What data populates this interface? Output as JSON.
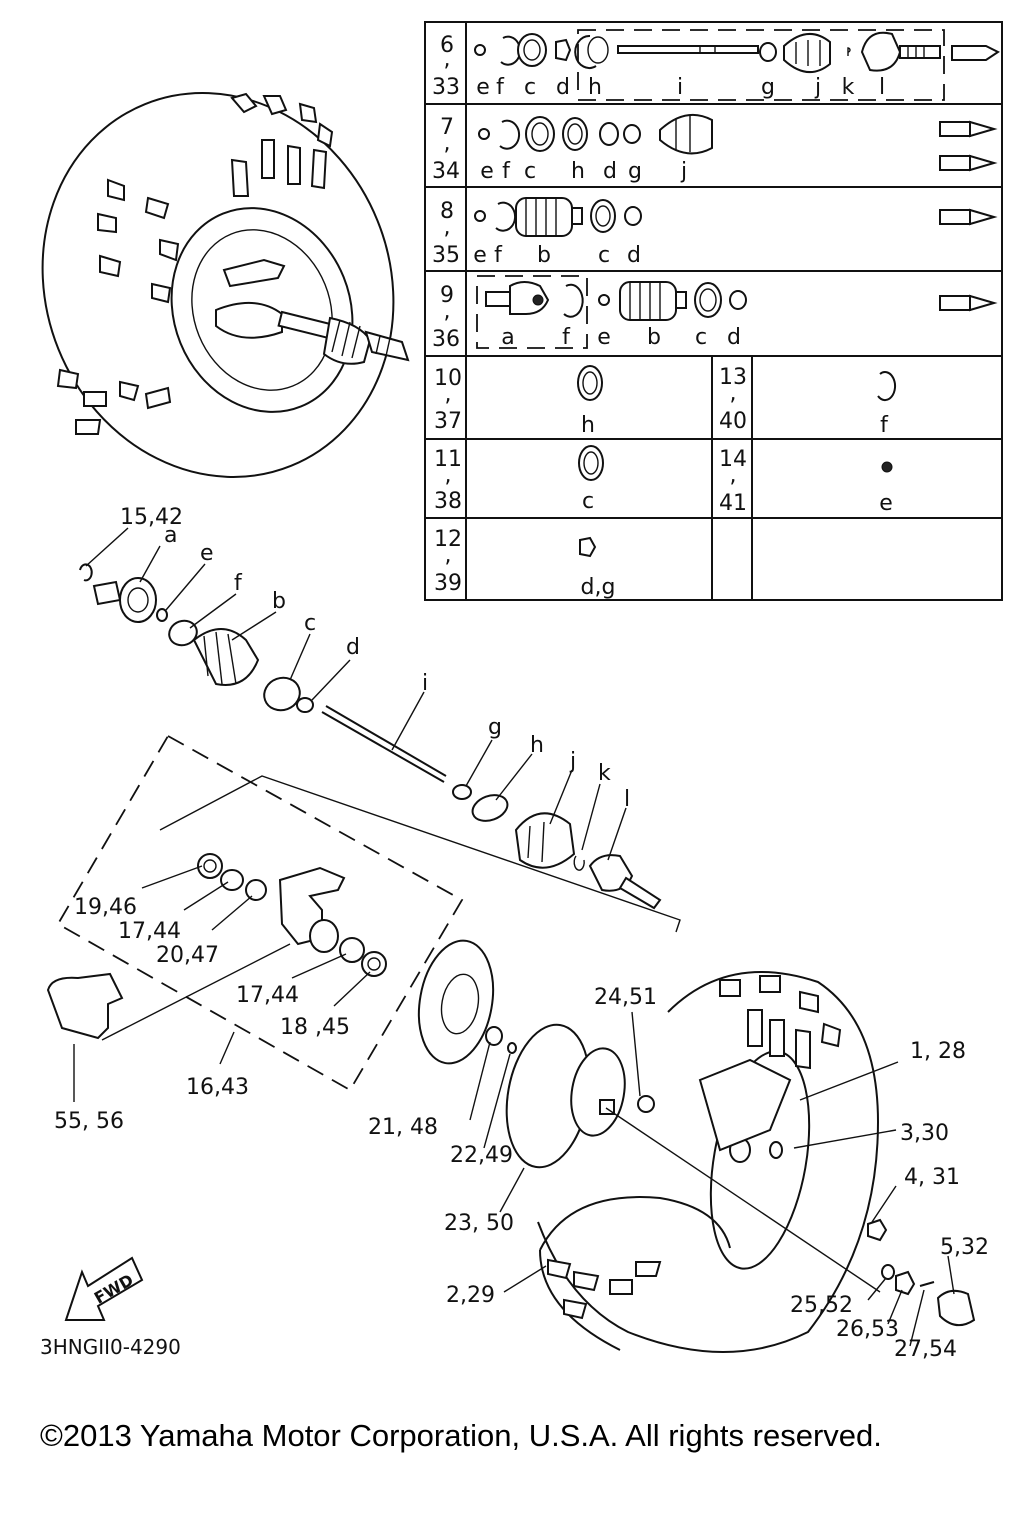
{
  "table": {
    "rows": [
      {
        "refs": [
          "6",
          "33"
        ],
        "letters": [
          "e",
          "f",
          "c",
          "d",
          "h",
          "i",
          "g",
          "j",
          "k",
          "l"
        ]
      },
      {
        "refs": [
          "7",
          "34"
        ],
        "letters": [
          "e",
          "f",
          "c",
          "h",
          "d",
          "g",
          "j"
        ]
      },
      {
        "refs": [
          "8",
          "35"
        ],
        "letters": [
          "e",
          "f",
          "b",
          "c",
          "d"
        ]
      },
      {
        "refs": [
          "9",
          "36"
        ],
        "letters": [
          "a",
          "f",
          "e",
          "b",
          "c",
          "d"
        ]
      }
    ],
    "singles": [
      {
        "refs": [
          "10",
          "37"
        ],
        "letter": "h"
      },
      {
        "refs": [
          "13",
          "40"
        ],
        "letter": "f"
      },
      {
        "refs": [
          "11",
          "38"
        ],
        "letter": "c"
      },
      {
        "refs": [
          "14",
          "41"
        ],
        "letter": "e"
      },
      {
        "refs": [
          "12",
          "39"
        ],
        "letter": "d,g"
      }
    ]
  },
  "callouts": {
    "c15_42": "15,42",
    "shaft": [
      "a",
      "e",
      "f",
      "b",
      "c",
      "d",
      "i",
      "g",
      "h",
      "j",
      "k",
      "l"
    ],
    "c19_46": "19,46",
    "c17_44a": "17,44",
    "c20_47": "20,47",
    "c17_44b": "17,44",
    "c18_45": "18 ,45",
    "c16_43": "16,43",
    "c55_56": "55, 56",
    "c24_51": "24,51",
    "c1_28": "1, 28",
    "c3_30": "3,30",
    "c21_48": "21, 48",
    "c22_49": "22,49",
    "c4_31": "4, 31",
    "c23_50": "23, 50",
    "c5_32": "5,32",
    "c2_29": "2,29",
    "c25_52": "25,52",
    "c26_53": "26,53",
    "c27_54": "27,54"
  },
  "fwd_label": "FWD",
  "drawing_code": "3HNGII0-4290",
  "copyright": "©2013 Yamaha Motor Corporation, U.S.A. All rights reserved."
}
